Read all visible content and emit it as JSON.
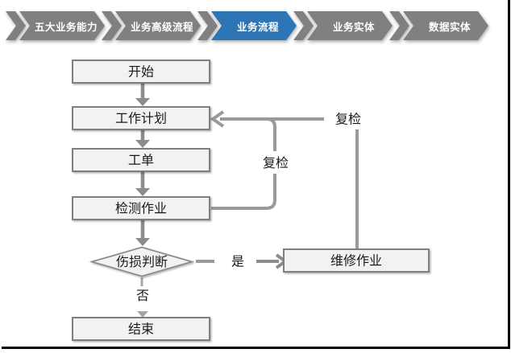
{
  "nav": {
    "items": [
      {
        "label": "五大业务能力",
        "active": false
      },
      {
        "label": "业务高级流程",
        "active": false
      },
      {
        "label": "业务流程",
        "active": true
      },
      {
        "label": "业务实体",
        "active": false
      },
      {
        "label": "数据实体",
        "active": false
      }
    ],
    "colors": {
      "inactive": "#808080",
      "active": "#2E75B6",
      "text": "#ffffff"
    }
  },
  "flowchart": {
    "nodes": [
      {
        "id": "start",
        "shape": "rect",
        "label": "开始"
      },
      {
        "id": "work-plan",
        "shape": "rect",
        "label": "工作计划"
      },
      {
        "id": "work-order",
        "shape": "rect",
        "label": "工单"
      },
      {
        "id": "inspection-job",
        "shape": "rect",
        "label": "检测作业"
      },
      {
        "id": "damage-judgment",
        "shape": "diamond",
        "label": "伤损判断"
      },
      {
        "id": "repair-job",
        "shape": "rect",
        "label": "维修作业"
      },
      {
        "id": "end",
        "shape": "rect",
        "label": "结束"
      }
    ],
    "labels": {
      "yes": "是",
      "no": "否",
      "recheck_loop": "复检",
      "recheck_repair": "复检"
    },
    "edges": [
      {
        "from": "start",
        "to": "work-plan"
      },
      {
        "from": "work-plan",
        "to": "work-order"
      },
      {
        "from": "work-order",
        "to": "inspection-job"
      },
      {
        "from": "inspection-job",
        "to": "damage-judgment"
      },
      {
        "from": "damage-judgment",
        "to": "repair-job",
        "label": "是"
      },
      {
        "from": "damage-judgment",
        "to": "end",
        "label": "否"
      },
      {
        "from": "inspection-job",
        "to": "work-plan",
        "label": "复检"
      },
      {
        "from": "repair-job",
        "to": "work-plan",
        "label": "复检"
      }
    ],
    "colors": {
      "node_fill": "#f2f2f2",
      "node_border": "#7f7f7f",
      "connector": "#9a9a9a",
      "arrow": "#8c8c8c",
      "text": "#1a1a1a"
    }
  }
}
